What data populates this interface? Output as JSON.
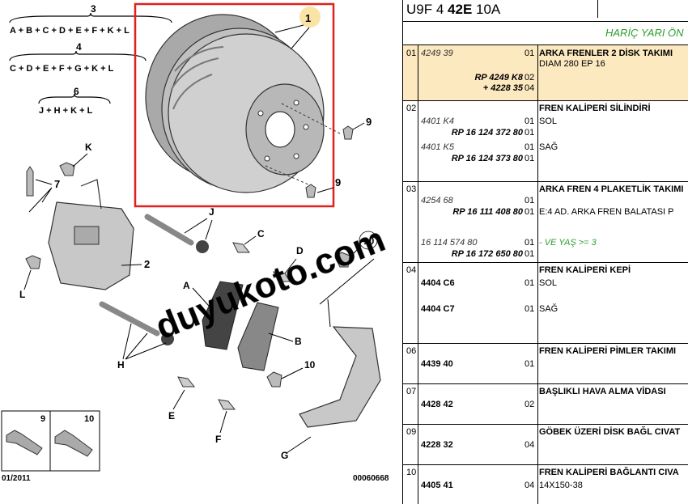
{
  "diagram": {
    "formulas": [
      {
        "num": "3",
        "expr": "A + B + C + D + E + F + K + L"
      },
      {
        "num": "4",
        "expr": "C + D + E + F + G + K + L"
      },
      {
        "num": "6",
        "expr": "J + H + K + L"
      }
    ],
    "callouts": {
      "c1": "1",
      "c2": "2",
      "c7": "7",
      "c9a": "9",
      "c9b": "9",
      "c10a": "10",
      "c10b": "10",
      "cA": "A",
      "cB": "B",
      "cC": "C",
      "cD": "D",
      "cE": "E",
      "cF": "F",
      "cG": "G",
      "cH": "H",
      "cJ": "J",
      "cK": "K",
      "cL": "L"
    },
    "inset": {
      "left": "9",
      "right": "10"
    },
    "date": "01/2011",
    "image_ref": "00060668",
    "watermark": "duyukoto.com"
  },
  "panel": {
    "ref_prefix": "U9F 4 ",
    "ref_bold": "42E",
    "ref_suffix": " 10A",
    "banner": "HARİÇ YARI ÖN",
    "groups": [
      {
        "no": "01",
        "lines": [
          {
            "pn": "4249 39",
            "pn_style": "it",
            "qty": "01",
            "desc": "ARKA FRENLER 2 DİSK TAKIMI"
          },
          {
            "pn": "",
            "qty": "",
            "sub": "DIAM 280 EP 16"
          },
          {
            "rp": "RP 4249 K8",
            "qty": "02"
          },
          {
            "rp": "+ 4228 35",
            "qty": "04"
          }
        ]
      },
      {
        "no": "02",
        "lines": [
          {
            "desc": "FREN KALİPERİ SİLİNDİRİ"
          },
          {
            "pn": "4401 K4",
            "pn_style": "it",
            "qty": "01",
            "sub": "SOL"
          },
          {
            "rp": "RP 16 124 372 80",
            "qty": "01"
          },
          {
            "pn": "4401 K5",
            "pn_style": "it",
            "qty": "01",
            "sub": "SAĞ"
          },
          {
            "rp": "RP 16 124 373 80",
            "qty": "01"
          }
        ]
      },
      {
        "no": "03",
        "lines": [
          {
            "desc": "ARKA FREN 4 PLAKETLİK TAKIMI"
          },
          {
            "pn": "4254 68",
            "pn_style": "it",
            "qty": "01"
          },
          {
            "rp": "RP 16 111 408 80",
            "qty": "01",
            "sub": "E:4 AD. ARKA FREN BALATASI P"
          },
          {
            "pn": "16 114 574 80",
            "pn_style": "it",
            "qty": "01",
            "sub": "- VE YAŞ >= 3",
            "sub_style": "green"
          },
          {
            "rp": "RP 16 172 650 80",
            "qty": "01"
          }
        ]
      },
      {
        "no": "04",
        "lines": [
          {
            "desc": "FREN KALİPERİ KEPİ"
          },
          {
            "pn": "4404 C6",
            "pn_style": "bd",
            "qty": "01",
            "sub": "SOL"
          },
          {
            "pn": "4404 C7",
            "pn_style": "bd",
            "qty": "01",
            "sub": "SAĞ"
          }
        ]
      },
      {
        "no": "06",
        "lines": [
          {
            "desc": "FREN KALİPERİ PİMLER TAKIMI"
          },
          {
            "pn": "4439 40",
            "pn_style": "bd",
            "qty": "01"
          }
        ]
      },
      {
        "no": "07",
        "lines": [
          {
            "desc": "BAŞLIKLI HAVA ALMA VİDASI"
          },
          {
            "pn": "4428 42",
            "pn_style": "bd",
            "qty": "02"
          }
        ]
      },
      {
        "no": "09",
        "lines": [
          {
            "desc": "GÖBEK ÜZERİ DİSK BAĞL CIVAT"
          },
          {
            "pn": "4228 32",
            "pn_style": "bd",
            "qty": "04"
          }
        ]
      },
      {
        "no": "10",
        "lines": [
          {
            "desc": "FREN KALİPERİ BAĞLANTI CIVA"
          },
          {
            "pn": "4405 41",
            "pn_style": "bd",
            "qty": "04",
            "sub": "14X150-38"
          }
        ]
      }
    ]
  }
}
